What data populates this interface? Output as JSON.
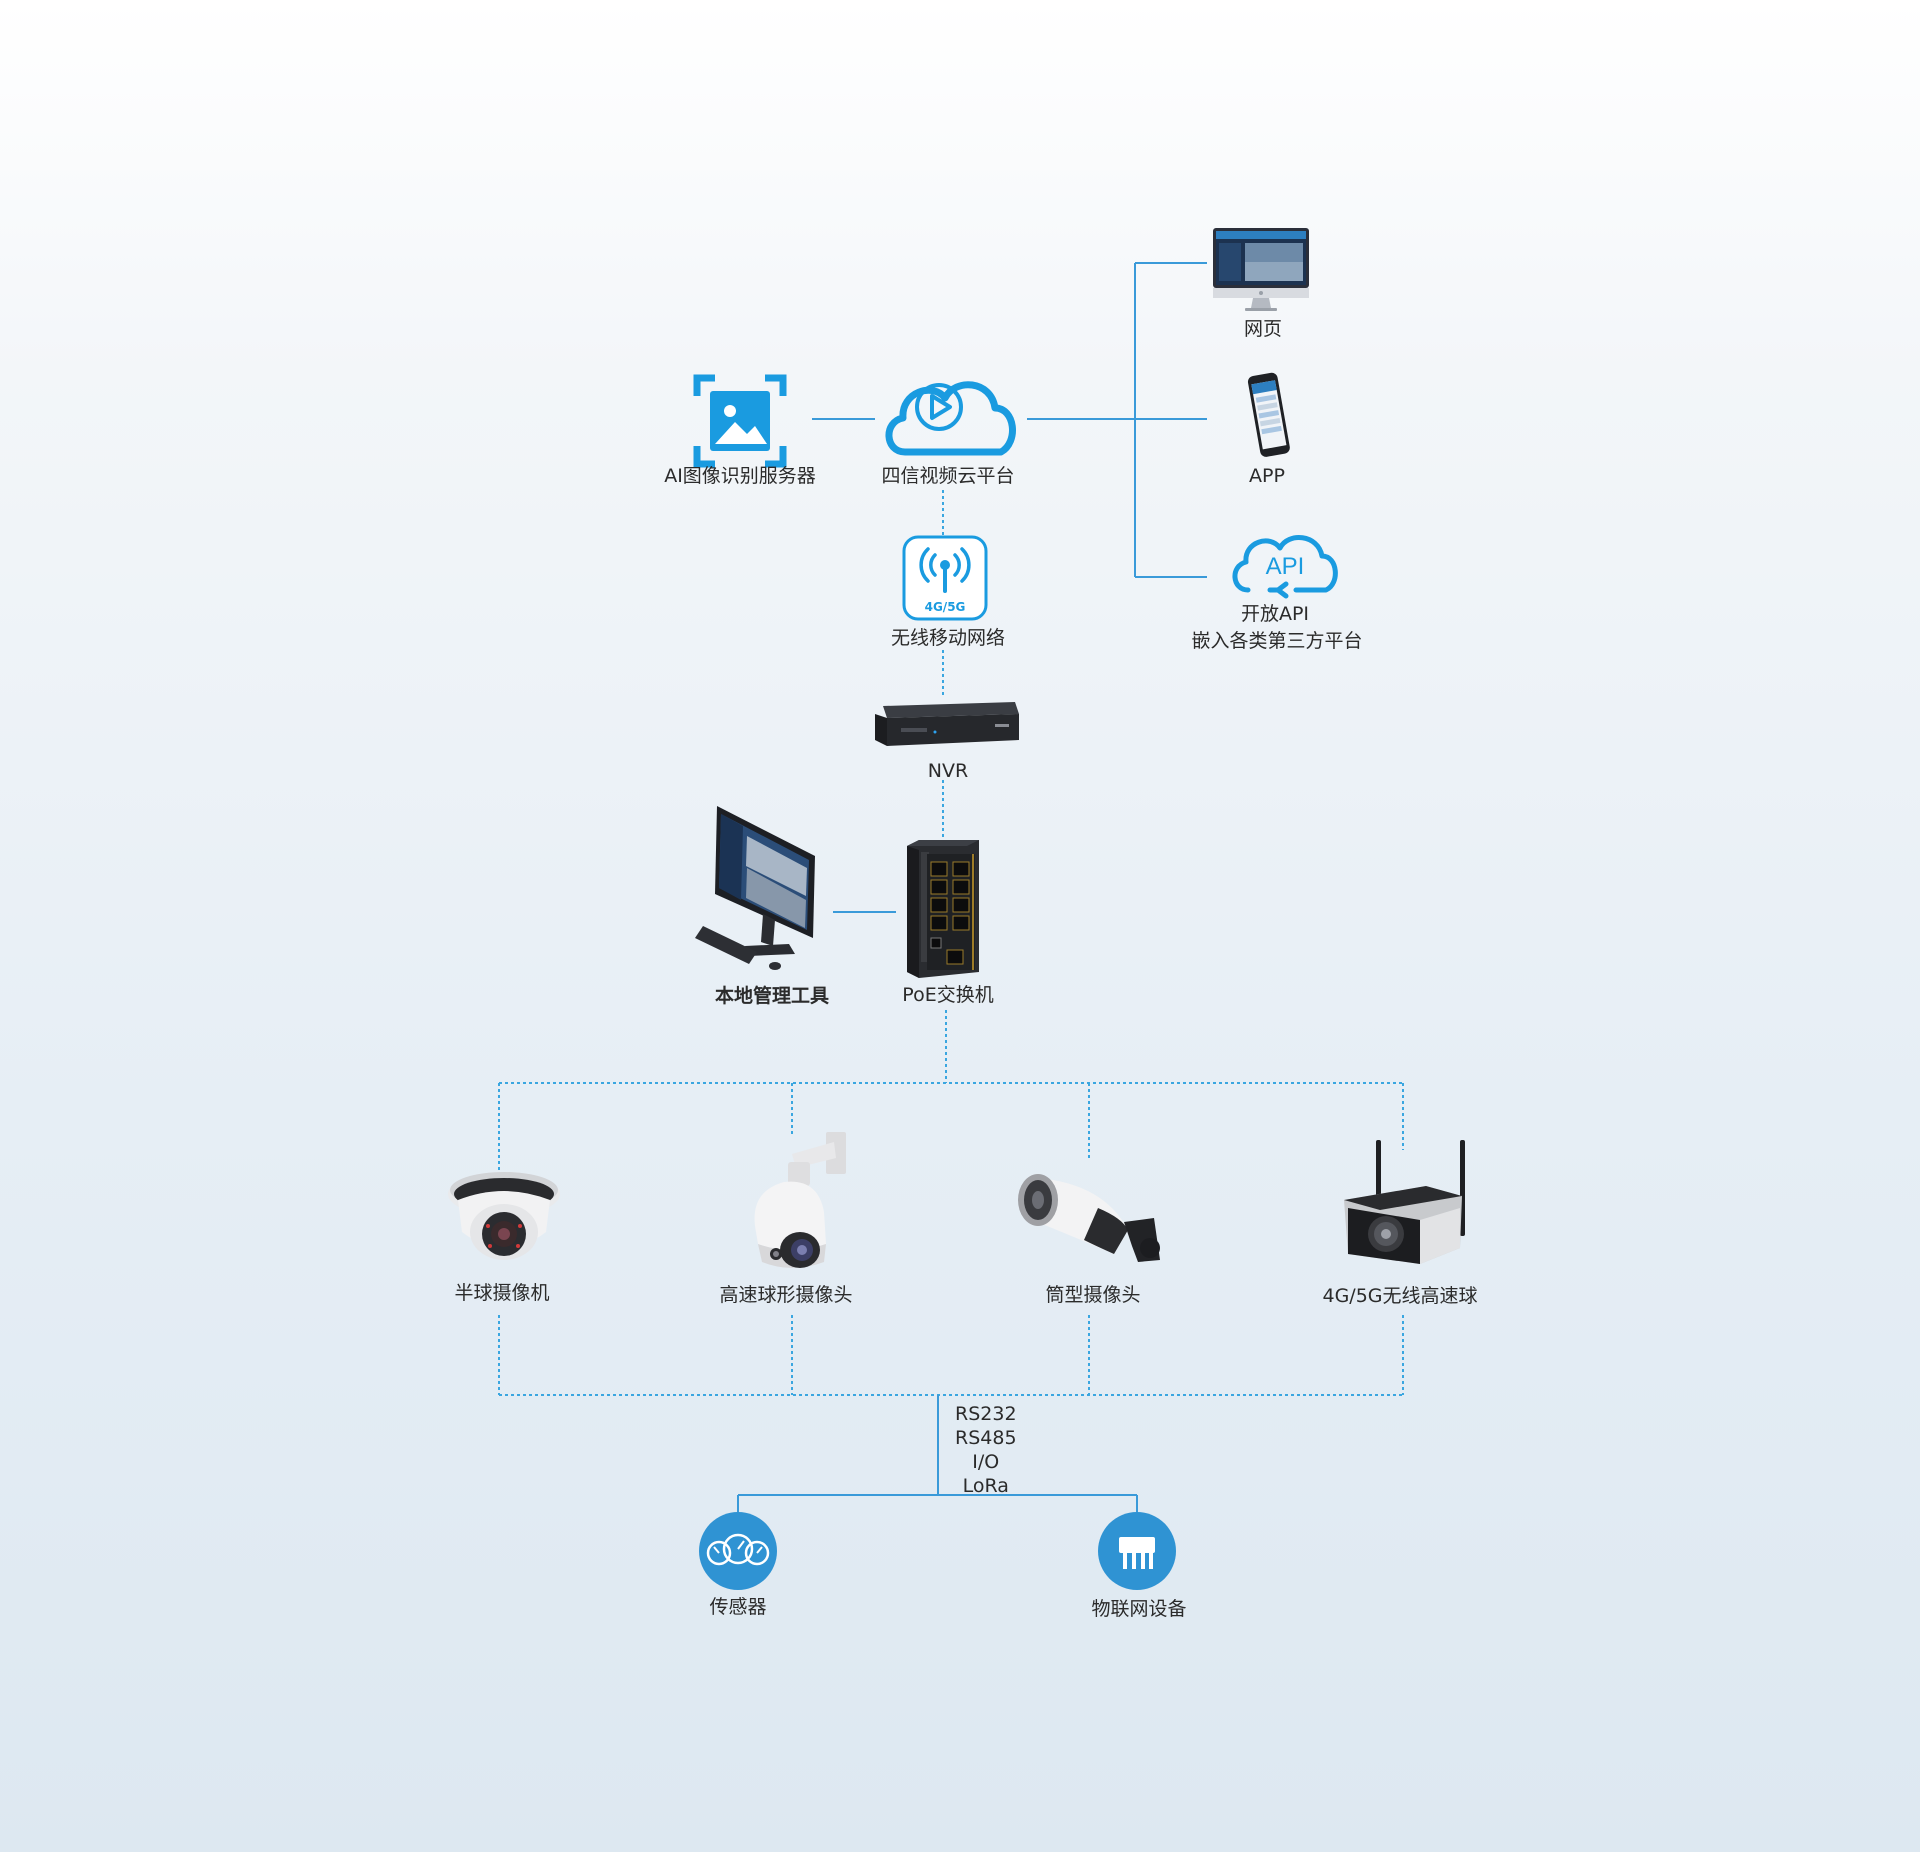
{
  "nodes": {
    "ai_server": "AI图像识别服务器",
    "cloud": "四信视频云平台",
    "web": "网页",
    "app": "APP",
    "api_line1": "开放API",
    "api_line2": "嵌入各类第三方平台",
    "api_icon_text": "API",
    "wireless": "无线移动网络",
    "wireless_badge": "4G/5G",
    "nvr": "NVR",
    "local_tool": "本地管理工具",
    "poe": "PoE交换机",
    "dome": "半球摄像机",
    "speed_dome": "高速球形摄像头",
    "bullet": "筒型摄像头",
    "wireless_ball": "4G/5G无线高速球",
    "sensor": "传感器",
    "iot": "物联网设备"
  },
  "interfaces": [
    "RS232",
    "RS485",
    "I/O",
    "LoRa"
  ],
  "colors": {
    "accent": "#1a9be0",
    "sensor_bg": "#2f93d3",
    "line_solid": "#3a9ad9",
    "line_dashed": "#3aa6e0",
    "label_text": "#2b2b2b"
  }
}
